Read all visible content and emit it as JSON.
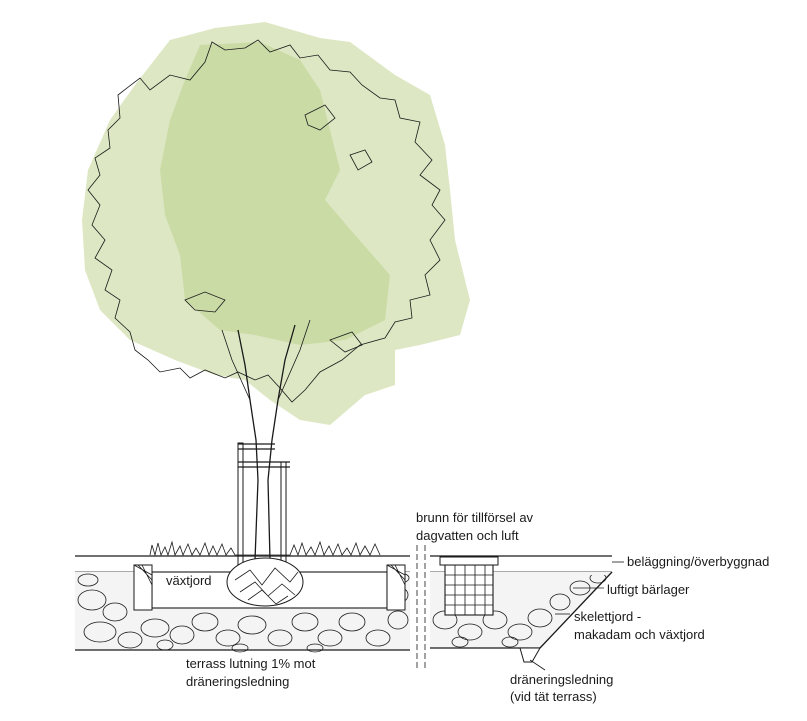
{
  "labels": {
    "vaxtjord": "växtjord",
    "brunn_line1": "brunn för tillförsel av",
    "brunn_line2": "dagvatten och luft",
    "belaggning": "beläggning/överbyggnad",
    "luftigt": "luftigt bärlager",
    "skelett_line1": "skelettjord -",
    "skelett_line2": "makadam och växtjord",
    "drainage_line1": "dräneringsledning",
    "drainage_line2": "(vid tät terrass)",
    "terrass_line1": "terrass lutning 1% mot",
    "terrass_line2": "dräneringsledning"
  },
  "colors": {
    "canopy_light": "#dde7c3",
    "canopy_mid": "#c9d9a3",
    "ink": "#1a1a1a",
    "soil_fill": "#f4f4f4"
  }
}
